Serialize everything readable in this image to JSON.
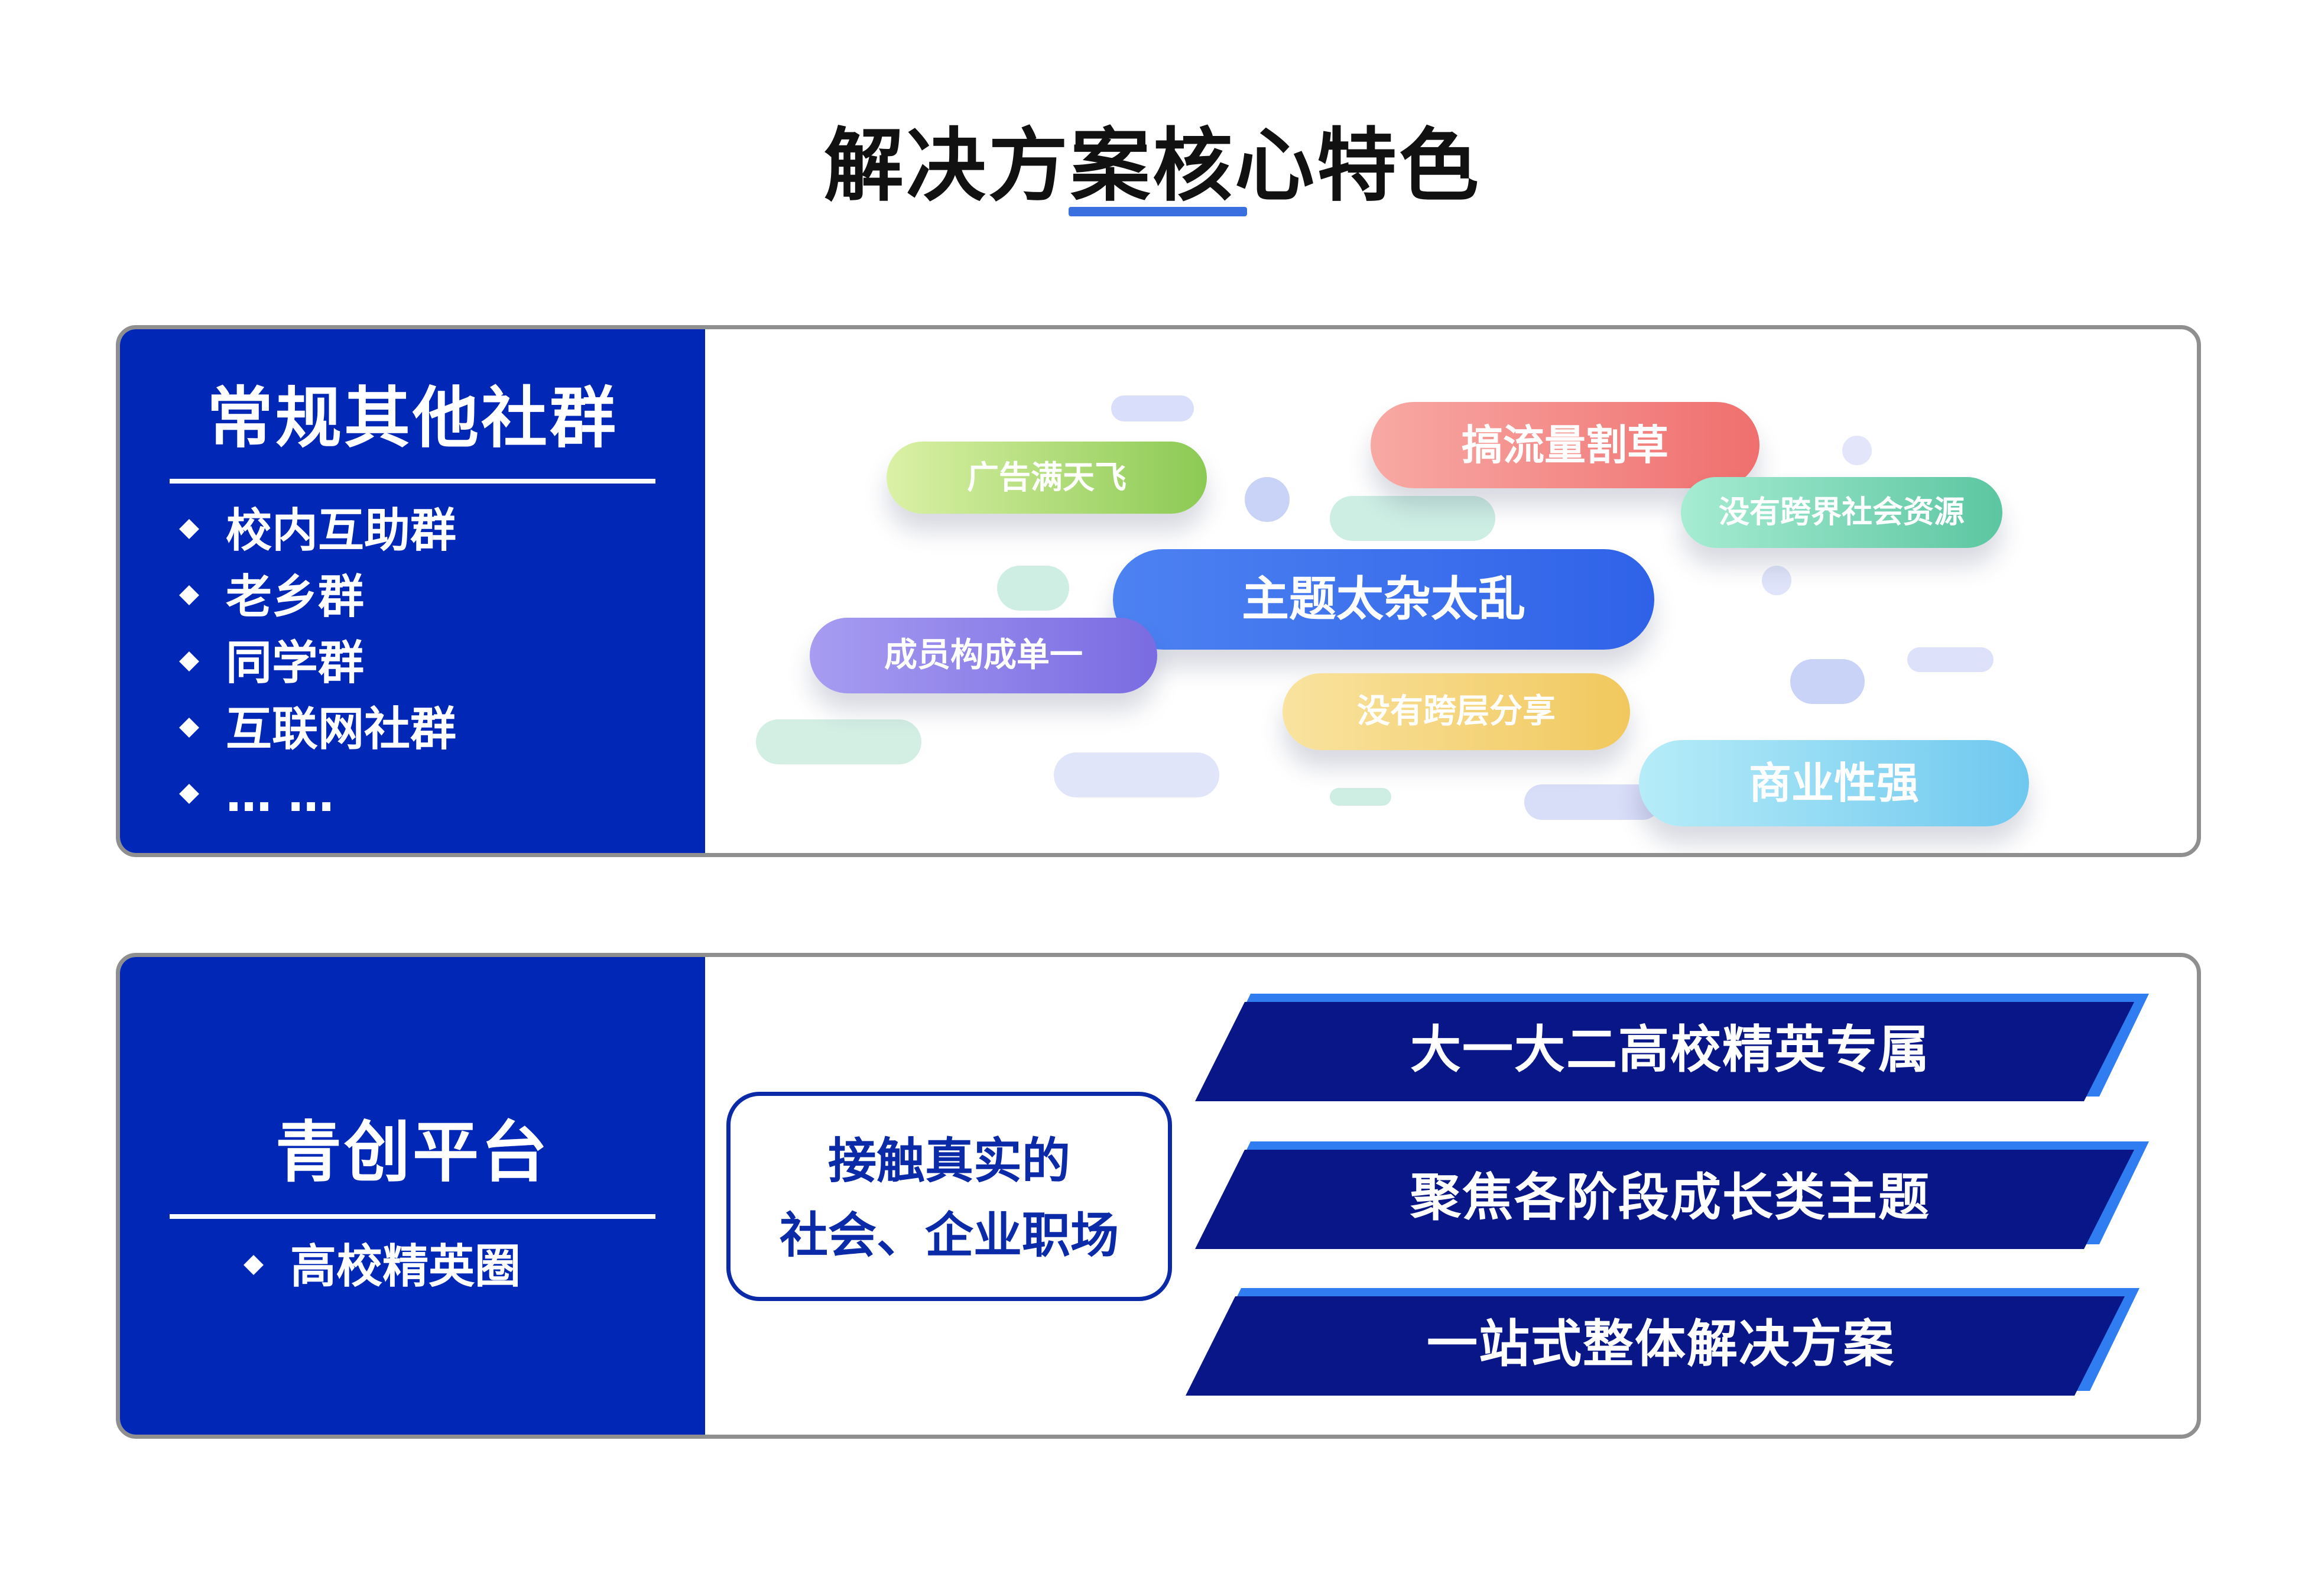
{
  "title": "解决方案核心特色",
  "section_conventional": {
    "heading": "常规其他社群",
    "items": [
      "校内互助群",
      "老乡群",
      "同学群",
      "互联网社群",
      "… …"
    ],
    "problems": [
      "广告满天飞",
      "搞流量割草",
      "没有跨界社会资源",
      "主题太杂太乱",
      "成员构成单一",
      "没有跨层分享",
      "商业性强"
    ]
  },
  "section_platform": {
    "heading": "青创平台",
    "items": [
      "高校精英圈"
    ],
    "center_line1": "接触真实的",
    "center_line2": "社会、企业职场",
    "features": [
      "大一大二高校精英专属",
      "聚焦各阶段成长类主题",
      "一站式整体解决方案"
    ]
  },
  "colors": {
    "primary_blue": "#0027b6",
    "banner_navy": "#081688",
    "banner_accent": "#2f7df0",
    "underline": "#3a6fe0"
  }
}
